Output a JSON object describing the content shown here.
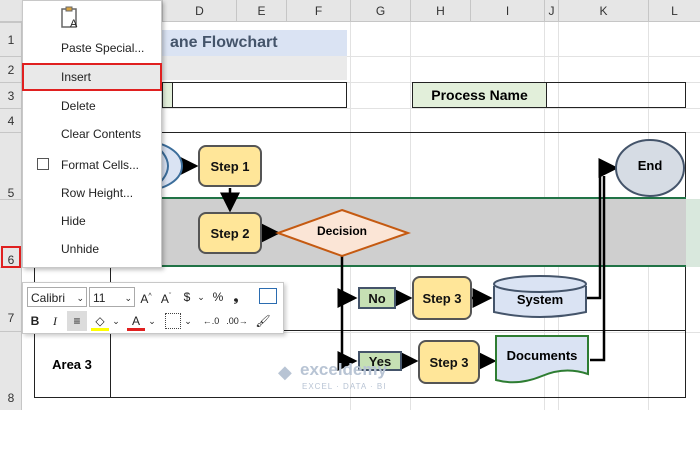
{
  "columns": [
    "D",
    "E",
    "F",
    "G",
    "H",
    "I",
    "J",
    "K",
    "L"
  ],
  "rows": [
    "1",
    "2",
    "3",
    "4",
    "5",
    "6",
    "7",
    "8"
  ],
  "title_fragment": "ane Flowchart",
  "process_name_label": "Process Name",
  "context_menu": {
    "items": [
      "Paste Special...",
      "Insert",
      "Delete",
      "Clear Contents",
      "Format Cells...",
      "Row Height...",
      "Hide",
      "Unhide"
    ],
    "selected": "Insert"
  },
  "mini_toolbar": {
    "font": "Calibri",
    "size": "11"
  },
  "flowchart": {
    "area3_label": "Area 3",
    "step1": "Step 1",
    "step2": "Step 2",
    "decision": "Decision",
    "no": "No",
    "yes": "Yes",
    "step3a": "Step 3",
    "step3b": "Step 3",
    "system": "System",
    "documents": "Documents",
    "end": "End"
  },
  "watermark": {
    "name": "exceldemy",
    "tagline": "EXCEL · DATA · BI"
  },
  "colors": {
    "step_fill": "#ffe699",
    "decision_stroke": "#c55a11",
    "yes_no_fill": "#c6e0b4",
    "system_fill": "#dae3f3",
    "end_fill": "#d6dce4",
    "selected_row": "#d0d0d0",
    "highlight_red": "#e02020",
    "green_line": "#217346"
  }
}
